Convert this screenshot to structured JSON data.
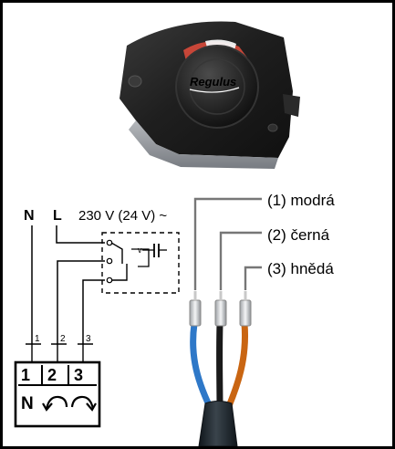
{
  "brand": {
    "logo_text": "Regulus"
  },
  "supply": {
    "n_label": "N",
    "l_label": "L",
    "voltage_label": "230 V (24 V) ~"
  },
  "terminal_block": {
    "pin_numbers": [
      "1",
      "2",
      "3"
    ],
    "terminals": [
      "1",
      "2",
      "3"
    ],
    "functions": {
      "neutral": "N",
      "rotate_ccw_icon": "counterclockwise-arrow",
      "rotate_cw_icon": "clockwise-arrow"
    }
  },
  "wires": [
    {
      "label": "(1) modrá",
      "color": "#2e78c8"
    },
    {
      "label": "(2) černá",
      "color": "#1a1a1a"
    },
    {
      "label": "(3) hnědá",
      "color": "#c96512"
    }
  ],
  "colors": {
    "frame": "#000000",
    "actuator_body": "#1f1f1f",
    "actuator_base": "#8f9399",
    "cable_jacket": "#1d2328"
  }
}
